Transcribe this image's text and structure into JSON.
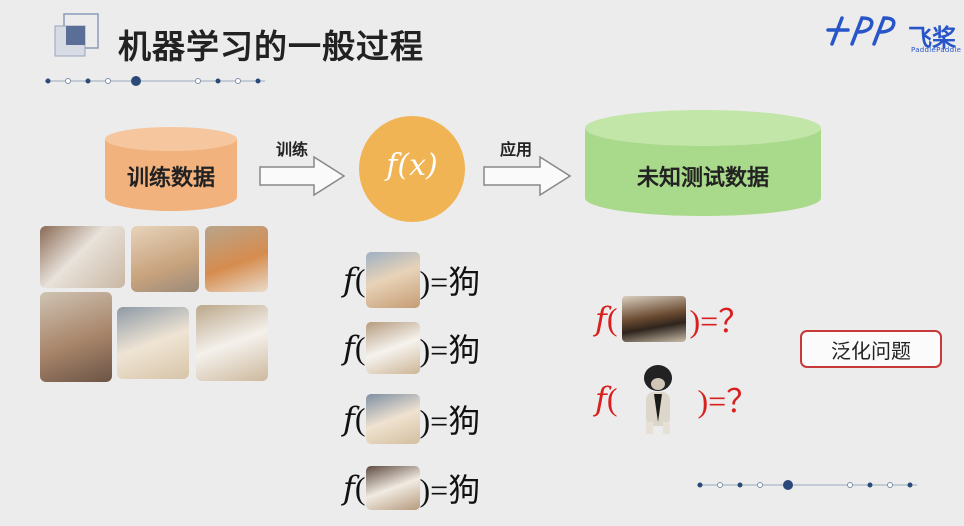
{
  "title": "机器学习的一般过程",
  "logo": {
    "text": "飞桨",
    "sub": "PaddlePaddle"
  },
  "flow": {
    "train_data_label": "训练数据",
    "train_arrow_label": "训练",
    "function_label": "f(x)",
    "apply_arrow_label": "应用",
    "test_data_label": "未知测试数据"
  },
  "equations": {
    "func": "f",
    "open": "(",
    "result_known": ")=狗",
    "result_unknown": ")=？"
  },
  "generalization_label": "泛化问题",
  "colors": {
    "train_cylinder": "#f2b27e",
    "function_circle": "#f0b454",
    "test_cylinder": "#a9d98a",
    "accent_red": "#d9201f",
    "arrow": "#999999"
  },
  "icons": [
    "square-logo-icon",
    "paddle-logo-icon",
    "dog-photo",
    "question-dog-photo"
  ]
}
